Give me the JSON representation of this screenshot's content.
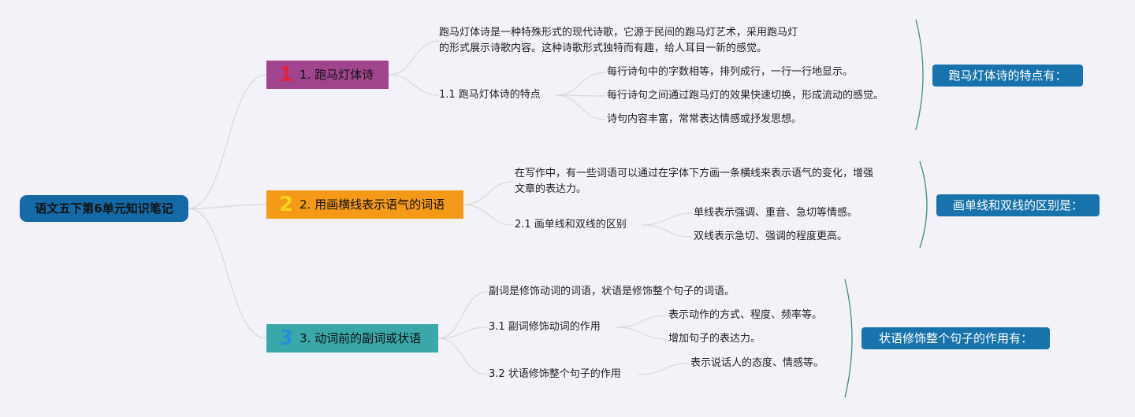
{
  "colors": {
    "root": "#1469a6",
    "topic1": "#a1448e",
    "topic2": "#f59a18",
    "topic3": "#3aa8a8",
    "num1": "#e2223f",
    "num2": "#f7d11c",
    "num3": "#2690d0",
    "summary": "#1873ac",
    "brace": "#3d8f7c",
    "link": "#d9d7df"
  },
  "root": {
    "label": "语文五下第6单元知识笔记"
  },
  "topics": [
    {
      "number": "1",
      "label": "1. 跑马灯体诗",
      "desc_lines": [
        "跑马灯体诗是一种特殊形式的现代诗歌，它源于民间的跑马灯艺术，采用跑马灯",
        "的形式展示诗歌内容。这种诗歌形式独特而有趣，给人耳目一新的感觉。"
      ],
      "subtopics": [
        {
          "label": "1.1 跑马灯体诗的特点",
          "points": [
            "每行诗句中的字数相等，排列成行，一行一行地显示。",
            "每行诗句之间通过跑马灯的效果快速切换，形成流动的感觉。",
            "诗句内容丰富，常常表达情感或抒发思想。"
          ]
        }
      ],
      "summary": "跑马灯体诗的特点有："
    },
    {
      "number": "2",
      "label": "2. 用画横线表示语气的词语",
      "desc_lines": [
        "在写作中，有一些词语可以通过在字体下方画一条横线来表示语气的变化，增强",
        "文章的表达力。"
      ],
      "subtopics": [
        {
          "label": "2.1 画单线和双线的区别",
          "points": [
            "单线表示强调、重音、急切等情感。",
            "双线表示急切、强调的程度更高。"
          ]
        }
      ],
      "summary": "画单线和双线的区别是："
    },
    {
      "number": "3",
      "label": "3. 动词前的副词或状语",
      "desc_lines": [
        "副词是修饰动词的词语，状语是修饰整个句子的词语。"
      ],
      "subtopics": [
        {
          "label": "3.1 副词修饰动词的作用",
          "points": [
            "表示动作的方式、程度、频率等。",
            "增加句子的表达力。"
          ]
        },
        {
          "label": "3.2 状语修饰整个句子的作用",
          "points": [
            "表示说话人的态度、情感等。"
          ]
        }
      ],
      "summary": "状语修饰整个句子的作用有："
    }
  ]
}
